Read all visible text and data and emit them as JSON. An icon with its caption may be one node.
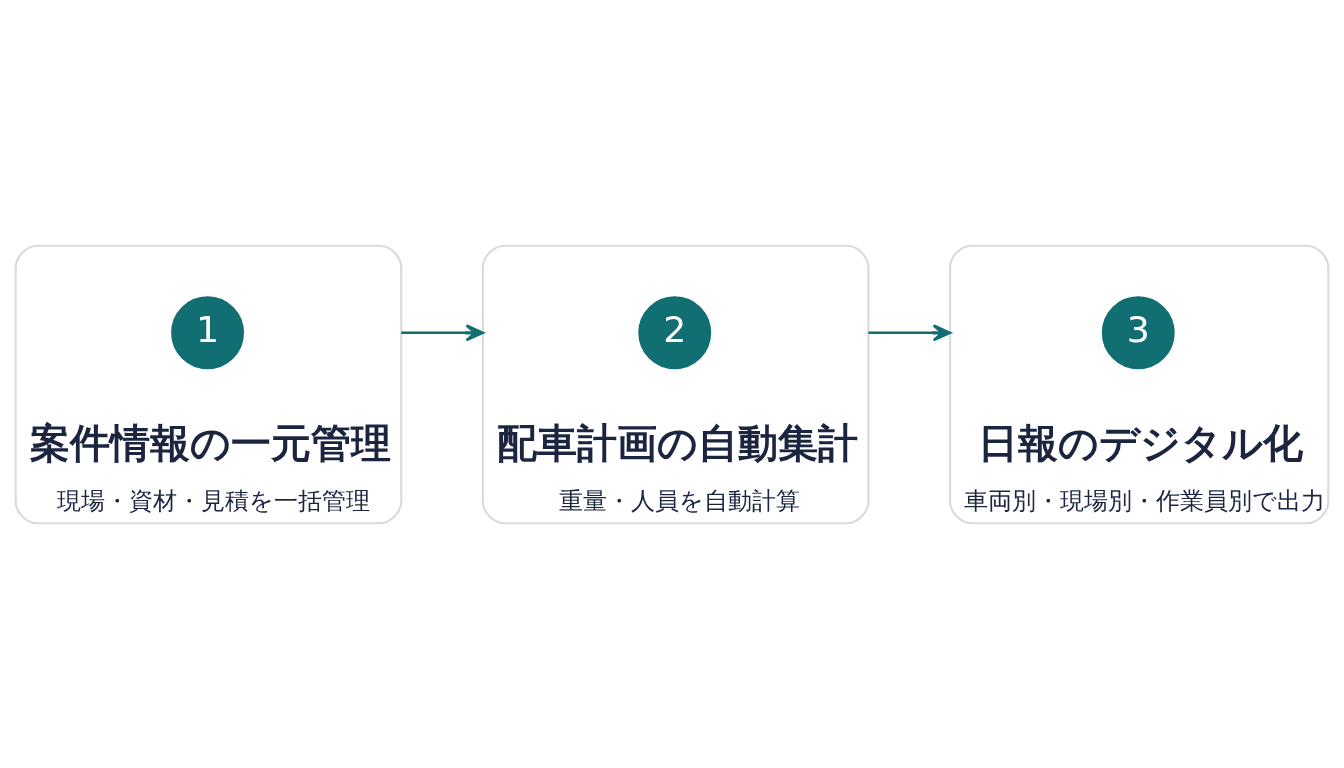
{
  "diagram": {
    "nodes": [
      {
        "text": [
          "案件情報の一元管理",
          "現場・資材・見積を一括管理"
        ]
      },
      {
        "text": [
          "1"
        ],
        "in": 0
      },
      {
        "text": [
          "配車計画の自動集計",
          "重量・人員を自動計算"
        ]
      },
      {
        "text": [
          "2"
        ],
        "in": 2
      },
      {
        "text": [
          "日報のデジタル化",
          "車両別・現場別・作業員別で出力"
        ]
      },
      {
        "text": [
          "3"
        ],
        "in": 4
      }
    ],
    "edges": [
      {
        "from": 0,
        "to": 2,
        "arrow": "to"
      },
      {
        "from": 2,
        "to": 4,
        "arrow": "to"
      }
    ]
  }
}
